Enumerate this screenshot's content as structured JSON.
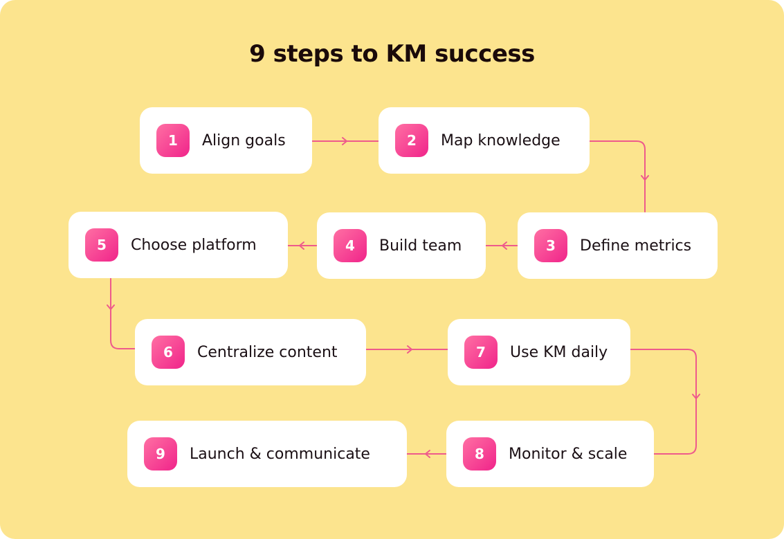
{
  "title": "9 steps to KM success",
  "colors": {
    "background": "#FCE48E",
    "card": "#FFFFFF",
    "accent": "#F0248A",
    "connector": "#EE5A8C"
  },
  "steps": [
    {
      "number": "1",
      "label": "Align goals"
    },
    {
      "number": "2",
      "label": "Map knowledge"
    },
    {
      "number": "3",
      "label": "Define metrics"
    },
    {
      "number": "4",
      "label": "Build team"
    },
    {
      "number": "5",
      "label": "Choose platform"
    },
    {
      "number": "6",
      "label": "Centralize content"
    },
    {
      "number": "7",
      "label": "Use KM daily"
    },
    {
      "number": "8",
      "label": "Monitor & scale"
    },
    {
      "number": "9",
      "label": "Launch & communicate"
    }
  ]
}
